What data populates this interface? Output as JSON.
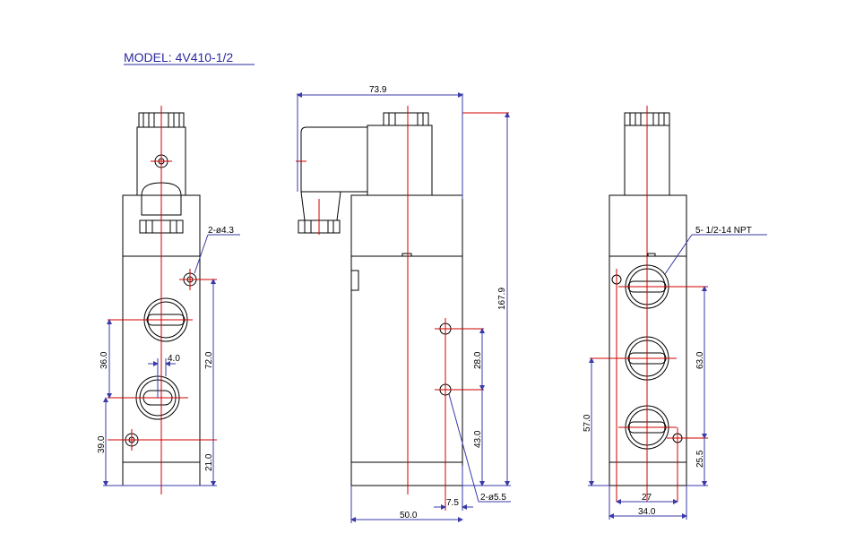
{
  "title": "MODEL: 4V410-1/2",
  "colors": {
    "outline": "#000000",
    "centerline": "#d00000",
    "dimension": "#3a3aa8",
    "title": "#2a2aa0"
  },
  "left_view": {
    "hole_note": "2-ø4.3",
    "dim_36": "36.0",
    "dim_4": "4.0",
    "dim_72": "72.0",
    "dim_39": "39.0",
    "dim_21": "21.0"
  },
  "middle_view": {
    "dim_width_top": "73.9",
    "dim_height": "167.9",
    "dim_28": "28.0",
    "dim_43": "43.0",
    "dim_7_5": "7.5",
    "hole_note": "2-ø5.5",
    "dim_width_bottom": "50.0"
  },
  "right_view": {
    "port_note": "5- 1/2-14 NPT",
    "dim_63": "63.0",
    "dim_57": "57.0",
    "dim_25_5": "25.5",
    "dim_27": "27",
    "dim_34": "34.0"
  }
}
